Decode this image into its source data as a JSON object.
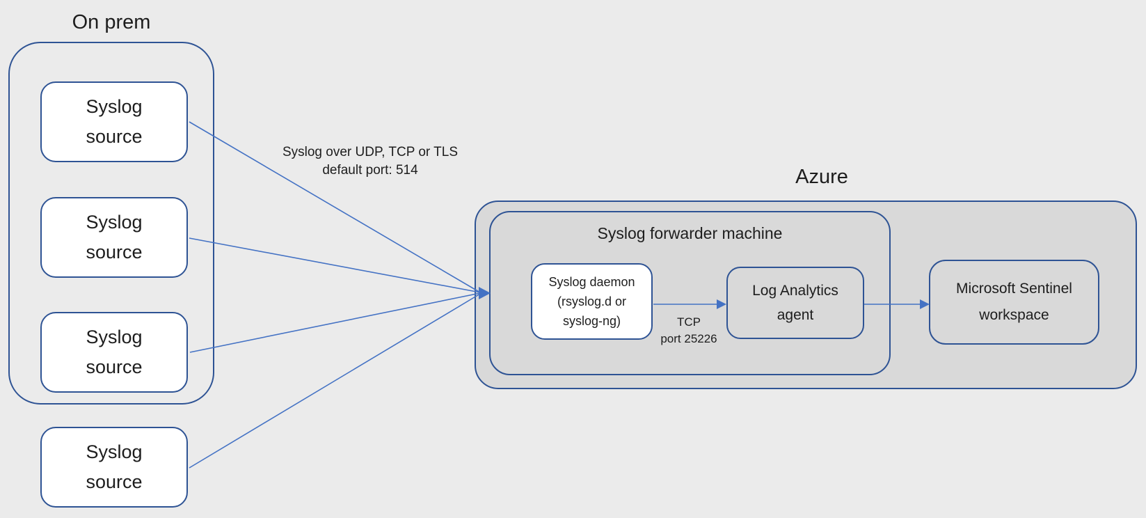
{
  "colors": {
    "page_bg": "#ebebeb",
    "container_fill": "#d9d9d9",
    "box_fill": "#ffffff",
    "border_blue": "#2e5394",
    "connector_blue": "#4472c4",
    "text": "#1d1d1d"
  },
  "onprem": {
    "title": "On prem",
    "sources": [
      {
        "label": "Syslog\nsource"
      },
      {
        "label": "Syslog\nsource"
      },
      {
        "label": "Syslog\nsource"
      },
      {
        "label": "Syslog\nsource"
      }
    ]
  },
  "connection": {
    "protocol_label": "Syslog over UDP, TCP or TLS\ndefault port: 514",
    "tcp_label": "TCP\nport 25226"
  },
  "azure": {
    "title": "Azure",
    "forwarder": {
      "title": "Syslog forwarder machine",
      "daemon_label": "Syslog daemon\n(rsyslog.d or\nsyslog-ng)",
      "agent_label": "Log Analytics\nagent"
    },
    "sentinel_label": "Microsoft Sentinel\nworkspace"
  }
}
